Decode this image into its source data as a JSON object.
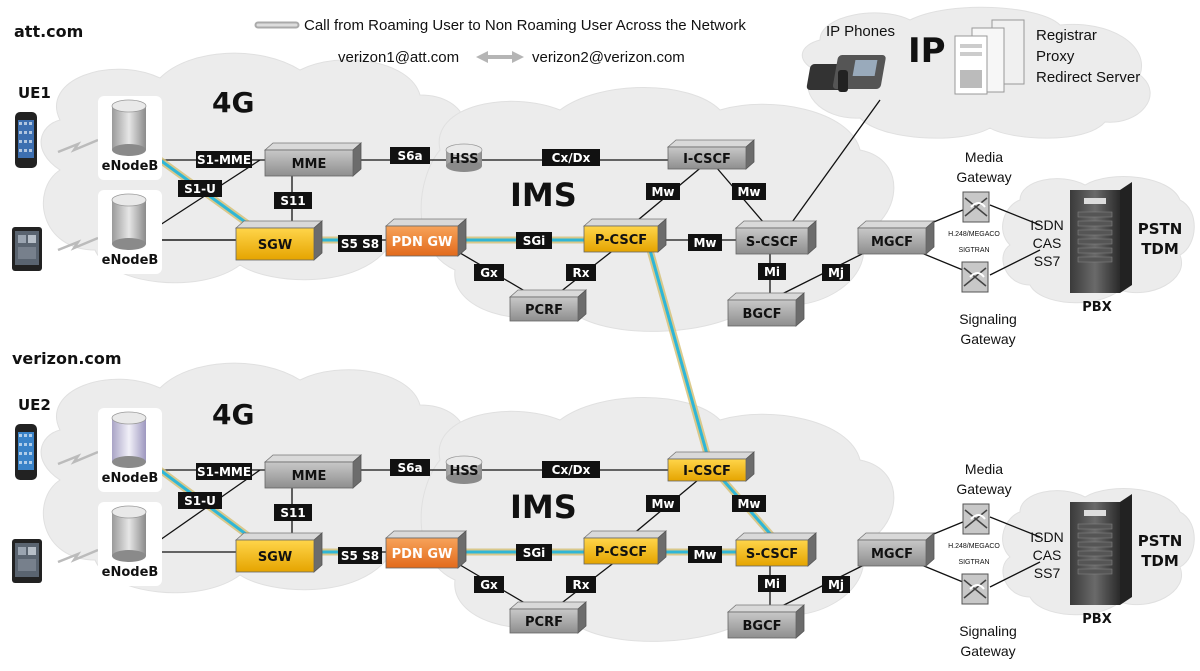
{
  "legend": {
    "call_text": "Call from Roaming User to Non Roaming User Across the Network",
    "user_a": "verizon1@att.com",
    "user_b": "verizon2@verizon.com"
  },
  "networks": {
    "top_domain": "att.com",
    "bottom_domain": "verizon.com"
  },
  "ip": {
    "phones_label": "IP Phones",
    "big": "IP",
    "servers": [
      "Registrar",
      "Proxy",
      "Redirect Server"
    ]
  },
  "top": {
    "ue": "UE1",
    "cloud_4g": "4G",
    "cloud_ims": "IMS",
    "enodeb": "eNodeB",
    "mme": "MME",
    "sgw": "SGW",
    "pdngw": "PDN GW",
    "hss": "HSS",
    "icscf": "I-CSCF",
    "pcscf": "P-CSCF",
    "scscf": "S-CSCF",
    "pcrf": "PCRF",
    "bgcf": "BGCF",
    "mgcf": "MGCF",
    "pbx": "PBX",
    "if_s1mme": "S1-MME",
    "if_s1u": "S1-U",
    "if_s11": "S11",
    "if_s6a": "S6a",
    "if_cxdx": "Cx/Dx",
    "if_mw1": "Mw",
    "if_mw2": "Mw",
    "if_mw3": "Mw",
    "if_s5s8": "S5 S8",
    "if_sgi": "SGi",
    "if_gx": "Gx",
    "if_rx": "Rx",
    "if_mi": "Mi",
    "if_mj": "Mj",
    "media_gw": [
      "Media",
      "Gateway"
    ],
    "signal_gw": [
      "Signaling",
      "Gateway"
    ],
    "h248": "H.248/MEGACO",
    "sigtran": "SIGTRAN",
    "tdm_protocols": [
      "ISDN",
      "CAS",
      "SS7"
    ],
    "pstn": [
      "PSTN",
      "TDM"
    ]
  },
  "bottom": {
    "ue": "UE2",
    "cloud_4g": "4G",
    "cloud_ims": "IMS",
    "enodeb": "eNodeB",
    "mme": "MME",
    "sgw": "SGW",
    "pdngw": "PDN GW",
    "hss": "HSS",
    "icscf": "I-CSCF",
    "pcscf": "P-CSCF",
    "scscf": "S-CSCF",
    "pcrf": "PCRF",
    "bgcf": "BGCF",
    "mgcf": "MGCF",
    "pbx": "PBX",
    "if_s1mme": "S1-MME",
    "if_s1u": "S1-U",
    "if_s11": "S11",
    "if_s6a": "S6a",
    "if_cxdx": "Cx/Dx",
    "if_mw1": "Mw",
    "if_mw2": "Mw",
    "if_mw3": "Mw",
    "if_s5s8": "S5 S8",
    "if_sgi": "SGi",
    "if_gx": "Gx",
    "if_rx": "Rx",
    "if_mi": "Mi",
    "if_mj": "Mj",
    "media_gw": [
      "Media",
      "Gateway"
    ],
    "signal_gw": [
      "Signaling",
      "Gateway"
    ],
    "h248": "H.248/MEGACO",
    "sigtran": "SIGTRAN",
    "tdm_protocols": [
      "ISDN",
      "CAS",
      "SS7"
    ],
    "pstn": [
      "PSTN",
      "TDM"
    ]
  },
  "colors": {
    "call_path_outer": "#d6c27a",
    "call_path_inner": "#2fb6d6",
    "node_gray": "#9a9a9a",
    "node_orange": "#f0b400",
    "pdn_orange": "#ef7e2f",
    "label_black": "#111111",
    "cloud": "#ececec"
  }
}
